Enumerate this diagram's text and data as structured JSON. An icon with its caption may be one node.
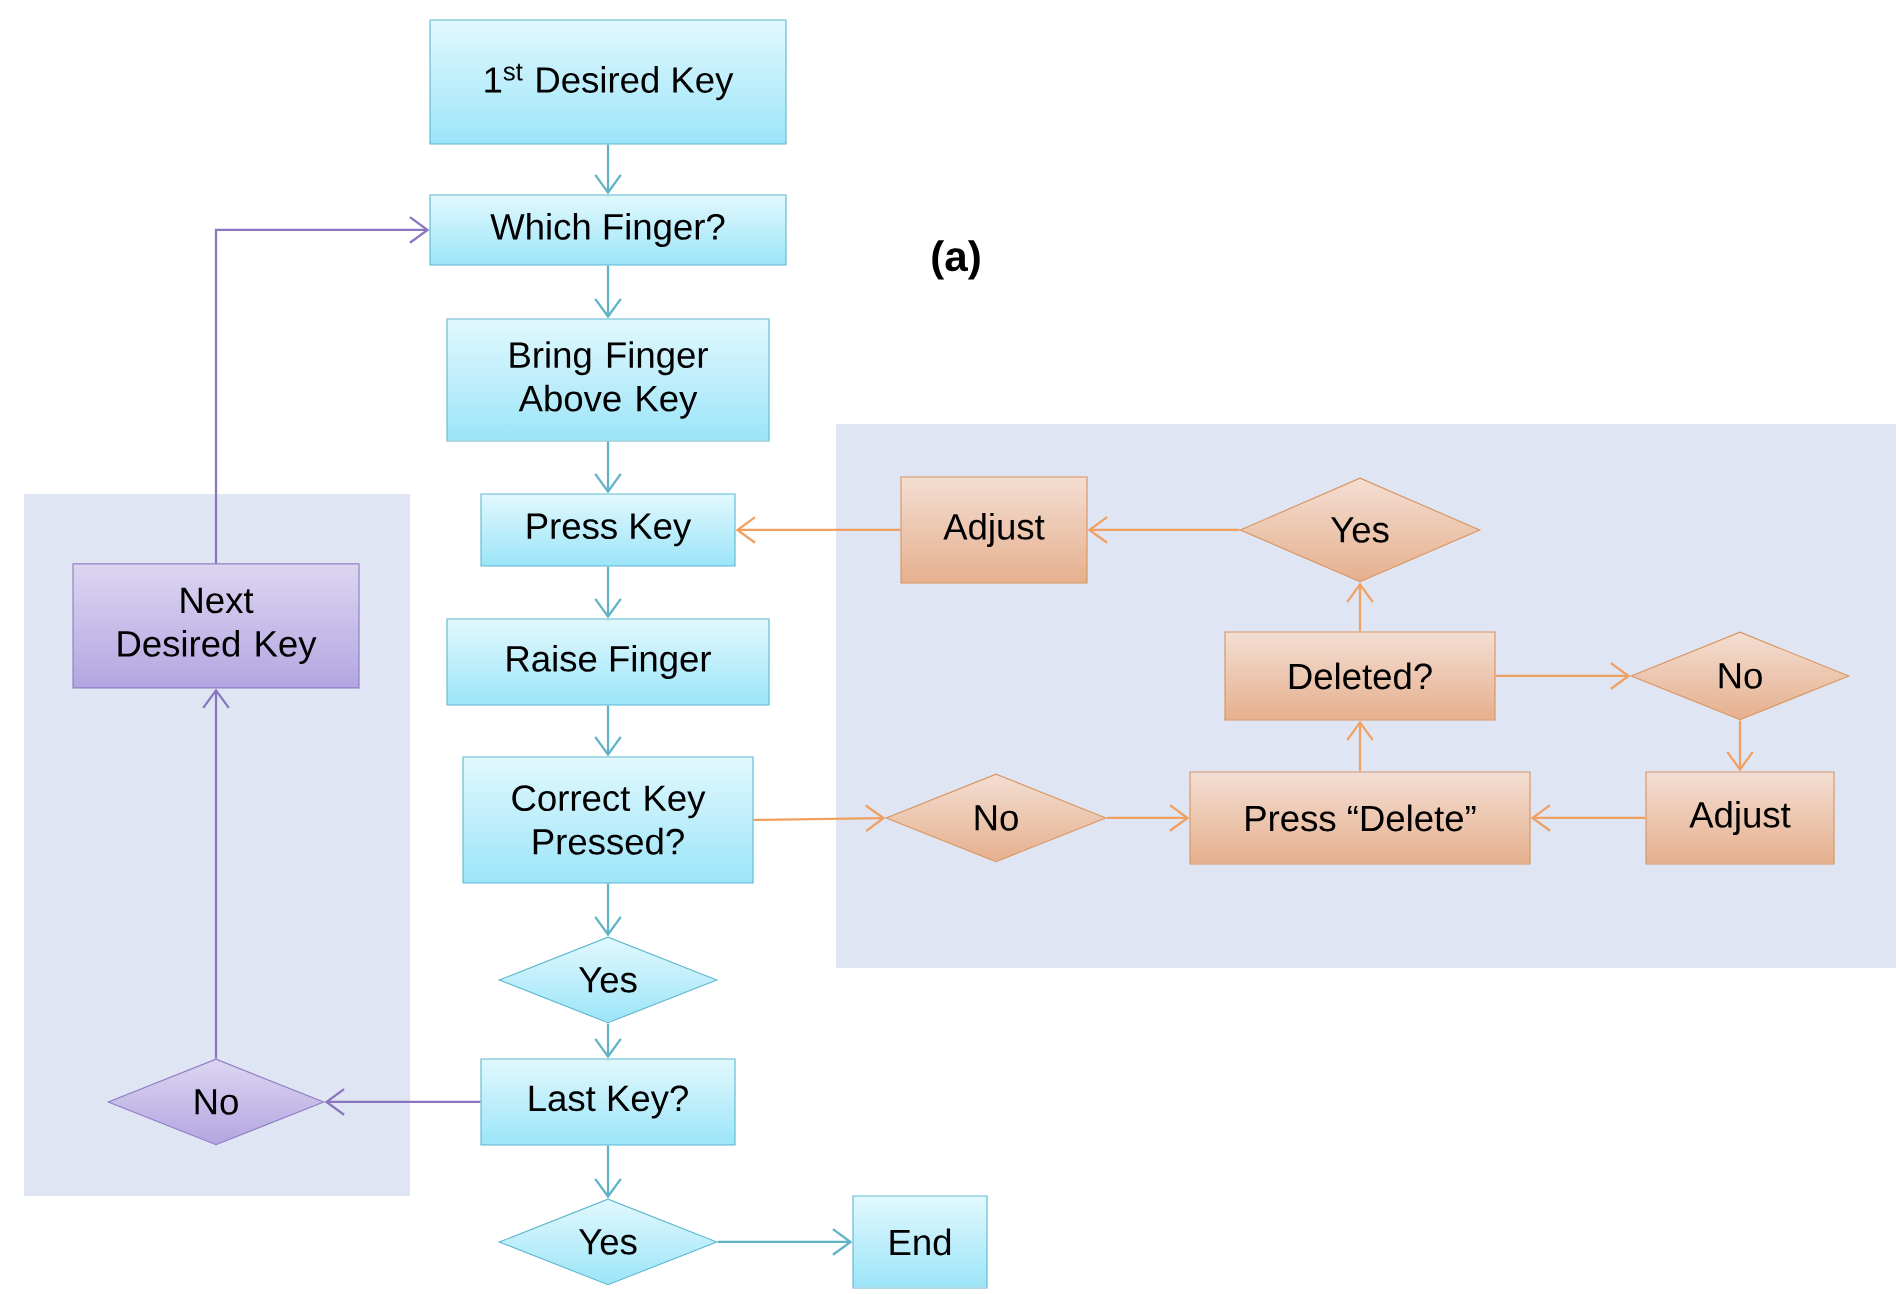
{
  "diagram": {
    "nodes": [
      {
        "text": [],
        "shape": "box"
      },
      {
        "text": [],
        "shape": "box"
      },
      {
        "text": [
          "1$^{st}$ Desired Key"
        ]
      },
      {
        "text": [
          "Which Finger?"
        ]
      },
      {
        "text": [
          "Bring Finger Above Key"
        ]
      },
      {
        "text": [
          "Press Key"
        ]
      },
      {
        "text": [
          "Raise Finger"
        ]
      },
      {
        "text": [
          "Correct Key Pressed?"
        ]
      },
      {
        "text": [
          "Yes"
        ]
      },
      {
        "text": [
          "Last Key?"
        ]
      },
      {
        "text": [
          "Yes"
        ]
      },
      {
        "text": [
          "End"
        ]
      },
      {
        "text": [
          "Next Desired Key"
        ],
        "in": 0
      },
      {
        "text": [
          "No"
        ],
        "in": 0
      },
      {
        "text": [
          "Adjust"
        ],
        "in": 1
      },
      {
        "text": [
          "Yes"
        ],
        "in": 1
      },
      {
        "text": [
          "Deleted?"
        ],
        "in": 1
      },
      {
        "text": [
          "No"
        ],
        "in": 1
      },
      {
        "text": [
          "No"
        ],
        "in": 1
      },
      {
        "text": [
          "Press “Delete”"
        ],
        "in": 1
      },
      {
        "text": [
          "Adjust"
        ],
        "in": 1
      }
    ],
    "edges": [
      {
        "from": 2,
        "to": 3,
        "arrow": "to",
        "color": "#5fb3c6"
      },
      {
        "from": 3,
        "to": 4,
        "arrow": "to",
        "color": "#5fb3c6"
      },
      {
        "from": 4,
        "to": 5,
        "arrow": "to",
        "color": "#5fb3c6"
      },
      {
        "from": 5,
        "to": 6,
        "arrow": "to",
        "color": "#5fb3c6"
      },
      {
        "from": 6,
        "to": 7,
        "arrow": "to",
        "color": "#5fb3c6"
      },
      {
        "from": 7,
        "to": 8,
        "arrow": "to",
        "color": "#5fb3c6"
      },
      {
        "from": 8,
        "to": 9,
        "arrow": "to",
        "color": "#5fb3c6"
      },
      {
        "from": 9,
        "to": 10,
        "arrow": "to",
        "color": "#5fb3c6"
      },
      {
        "from": 10,
        "to": 11,
        "arrow": "to",
        "color": "#5fb3c6"
      },
      {
        "from": 9,
        "to": 13,
        "arrow": "to",
        "color": "#8a76c0"
      },
      {
        "from": 13,
        "to": 12,
        "arrow": "to",
        "color": "#8a76c0"
      },
      {
        "from": 12,
        "to": 3,
        "arrow": "to",
        "color": "#8a76c0"
      },
      {
        "from": 7,
        "to": 18,
        "arrow": "to",
        "color": "#f0a060"
      },
      {
        "from": 18,
        "to": 19,
        "arrow": "to",
        "color": "#f0a060"
      },
      {
        "from": 19,
        "to": 16,
        "arrow": "to",
        "color": "#f0a060"
      },
      {
        "from": 16,
        "to": 15,
        "arrow": "to",
        "color": "#f0a060"
      },
      {
        "from": 15,
        "to": 14,
        "arrow": "to",
        "color": "#f0a060"
      },
      {
        "from": 14,
        "to": 5,
        "arrow": "to",
        "color": "#f0a060"
      },
      {
        "from": 16,
        "to": 17,
        "arrow": "to",
        "color": "#f0a060"
      },
      {
        "from": 17,
        "to": 20,
        "arrow": "to",
        "color": "#f0a060"
      },
      {
        "from": 20,
        "to": 19,
        "arrow": "to",
        "color": "#f0a060"
      }
    ],
    "labels": [
      "(a)"
    ]
  }
}
